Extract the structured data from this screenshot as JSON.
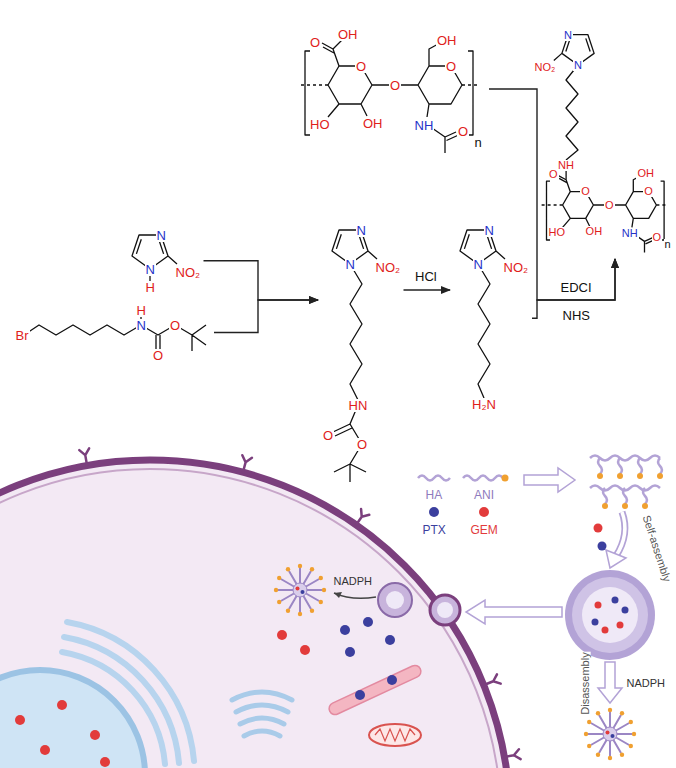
{
  "diagram": {
    "nodes": [
      {
        "text": [
          "N",
          "N",
          "H",
          "NO₂"
        ]
      },
      {
        "text": [
          "Br",
          "N",
          "H",
          "O",
          "O"
        ]
      },
      {
        "text": [
          "N",
          "N",
          "NO₂",
          "HN",
          "O",
          "O"
        ]
      },
      {
        "text": [
          "N",
          "N",
          "NO₂",
          "H₂N"
        ]
      },
      {
        "text": [
          "O",
          "OH",
          "HO",
          "OH",
          "O",
          "O",
          "O",
          "OH",
          "NH",
          "O",
          "n"
        ]
      },
      {
        "text": [
          "N",
          "N",
          "NO₂",
          "NH",
          "O",
          "HO",
          "OH",
          "O",
          "O",
          "O",
          "OH",
          "NH",
          "O",
          "n"
        ]
      }
    ],
    "edges": [
      {
        "from": 0,
        "to": 2,
        "arrow": "to"
      },
      {
        "from": 1,
        "to": 2,
        "arrow": "to"
      },
      {
        "from": 2,
        "to": 3,
        "arrow": "to",
        "label": "HCl"
      },
      {
        "from": 4,
        "to": 5,
        "arrow": "to",
        "label": "EDCI"
      },
      {
        "from": 3,
        "to": 5,
        "arrow": "to",
        "label": "NHS"
      }
    ],
    "labels": [
      "NADPH",
      "Self-assembly",
      "Disassembly",
      "NADPH"
    ],
    "legend": [
      {
        "text": "HA"
      },
      {
        "text": "ANI"
      },
      {
        "text": "PTX",
        "color": "#3b3f9e"
      },
      {
        "text": "GEM",
        "color": "#e23b3b"
      }
    ]
  }
}
